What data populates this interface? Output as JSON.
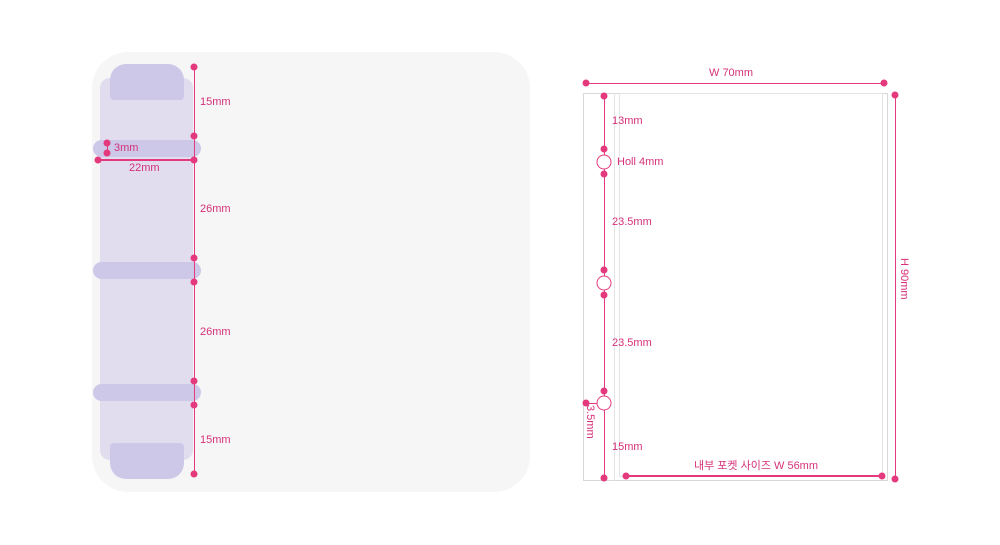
{
  "binder": {
    "top_margin": "15mm",
    "ring_thickness": "3mm",
    "ring_width": "22mm",
    "gap_1": "26mm",
    "gap_2": "26mm",
    "bottom_margin": "15mm"
  },
  "pocket": {
    "width": "W 70mm",
    "height": "H 90mm",
    "top_to_hole": "13mm",
    "hole_label": "Holl 4mm",
    "hole_gap_1": "23.5mm",
    "hole_gap_2": "23.5mm",
    "hole_edge_offset": "3.5mm",
    "bottom_margin": "15mm",
    "inner_width": "내부 포켓 사이즈 W 56mm"
  },
  "colors": {
    "accent": "#e5397e",
    "binder_body": "#e2dcef",
    "binder_ring": "#cdc8e8",
    "panel_bg": "#f6f6f6"
  }
}
